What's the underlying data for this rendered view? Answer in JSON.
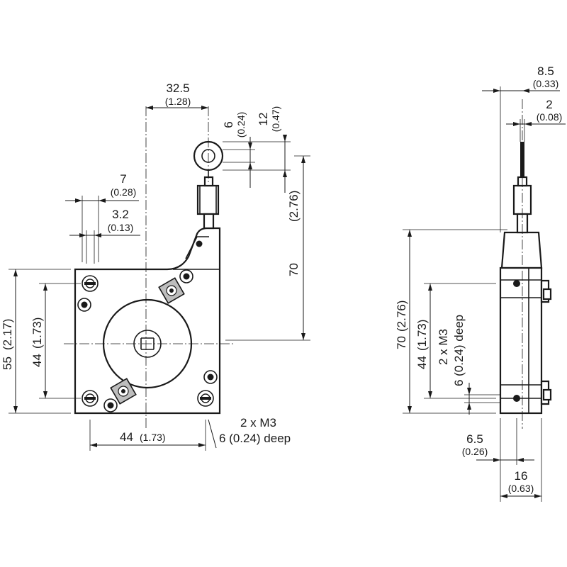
{
  "front_view": {
    "dim_32_5": {
      "main": "32.5",
      "sub": "(1.28)"
    },
    "dim_6": {
      "main": "6",
      "sub": "(0.24)"
    },
    "dim_12": {
      "main": "12",
      "sub": "(0.47)"
    },
    "dim_7": {
      "main": "7",
      "sub": "(0.28)"
    },
    "dim_3_2": {
      "main": "3.2",
      "sub": "(0.13)"
    },
    "dim_70": {
      "main": "70",
      "sub": "(2.76)"
    },
    "dim_55": {
      "main": "55",
      "sub": "(2.17)"
    },
    "dim_44_v": {
      "main": "44",
      "sub": "(1.73)"
    },
    "dim_44_h": {
      "main": "44",
      "sub": "(1.73)"
    },
    "thread_note": {
      "line1": "2 x M3",
      "line2": "6 (0.24) deep"
    }
  },
  "side_view": {
    "dim_8_5": {
      "main": "8.5",
      "sub": "(0.33)"
    },
    "dim_2": {
      "main": "2",
      "sub": "(0.08)"
    },
    "dim_70": {
      "main": "70",
      "sub": "(2.76)"
    },
    "dim_44": {
      "main": "44",
      "sub": "(1.73)"
    },
    "thread_note": {
      "line1": "2 x M3",
      "line2": "6 (0.24) deep"
    },
    "dim_6_5": {
      "main": "6.5",
      "sub": "(0.26)"
    },
    "dim_16": {
      "main": "16",
      "sub": "(0.63)"
    }
  }
}
